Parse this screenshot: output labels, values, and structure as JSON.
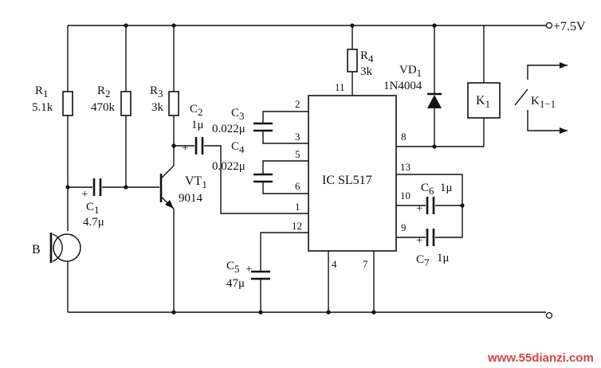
{
  "supply": {
    "label": "+7.5V"
  },
  "components": {
    "R1": {
      "name": "R",
      "sub": "1",
      "value": "5.1k"
    },
    "R2": {
      "name": "R",
      "sub": "2",
      "value": "470k"
    },
    "R3": {
      "name": "R",
      "sub": "3",
      "value": "3k"
    },
    "R4": {
      "name": "R",
      "sub": "4",
      "value": "3k"
    },
    "C1": {
      "name": "C",
      "sub": "1",
      "value": "4.7μ"
    },
    "C2": {
      "name": "C",
      "sub": "2",
      "value": "1μ"
    },
    "C3": {
      "name": "C",
      "sub": "3",
      "value": "0.022μ"
    },
    "C4": {
      "name": "C",
      "sub": "4",
      "value": "0.022μ"
    },
    "C5": {
      "name": "C",
      "sub": "5",
      "value": "47μ"
    },
    "C6": {
      "name": "C",
      "sub": "6",
      "value": "1μ"
    },
    "C7": {
      "name": "C",
      "sub": "7",
      "value": "1μ"
    },
    "VT1": {
      "name": "VT",
      "sub": "1",
      "value": "9014"
    },
    "VD1": {
      "name": "VD",
      "sub": "1",
      "value": "1N4004"
    },
    "K1": {
      "name": "K",
      "sub": "1"
    },
    "K1_1": {
      "name": "K",
      "sub": "1−1"
    },
    "B": {
      "name": "B"
    }
  },
  "ic": {
    "label": "IC  SL517"
  },
  "pins": {
    "p1": "1",
    "p2": "2",
    "p3": "3",
    "p4": "4",
    "p5": "5",
    "p6": "6",
    "p7": "7",
    "p8": "8",
    "p9": "9",
    "p10": "10",
    "p11": "11",
    "p12": "12",
    "p13": "13"
  },
  "polarity": {
    "plus": "+"
  },
  "watermark": "www.55dianzi.com"
}
